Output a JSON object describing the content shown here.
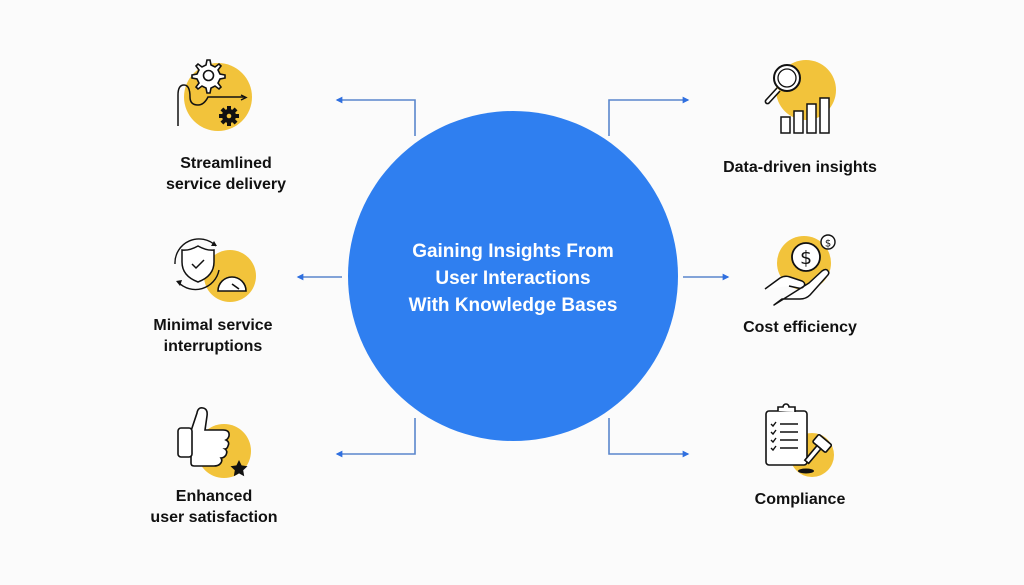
{
  "hub": {
    "title_lines": [
      "Gaining Insights From",
      "User Interactions",
      "With Knowledge Bases"
    ],
    "color": "#2f7ff0"
  },
  "colors": {
    "accent_yellow": "#f2c33b",
    "connector_blue": "#4a7fd6",
    "icon_stroke": "#111111"
  },
  "nodes": [
    {
      "id": "streamlined",
      "icon": "gears-flow-icon",
      "label_lines": [
        "Streamlined",
        "service delivery"
      ]
    },
    {
      "id": "minimal",
      "icon": "shield-gauge-icon",
      "label_lines": [
        "Minimal service",
        "interruptions"
      ]
    },
    {
      "id": "enhanced",
      "icon": "thumbs-up-star-icon",
      "label_lines": [
        "Enhanced",
        "user satisfaction"
      ]
    },
    {
      "id": "data",
      "icon": "magnifier-bar-chart-icon",
      "label_lines": [
        "Data-driven insights"
      ]
    },
    {
      "id": "cost",
      "icon": "hand-coin-icon",
      "label_lines": [
        "Cost efficiency"
      ]
    },
    {
      "id": "compliance",
      "icon": "clipboard-gavel-icon",
      "label_lines": [
        "Compliance"
      ]
    }
  ]
}
